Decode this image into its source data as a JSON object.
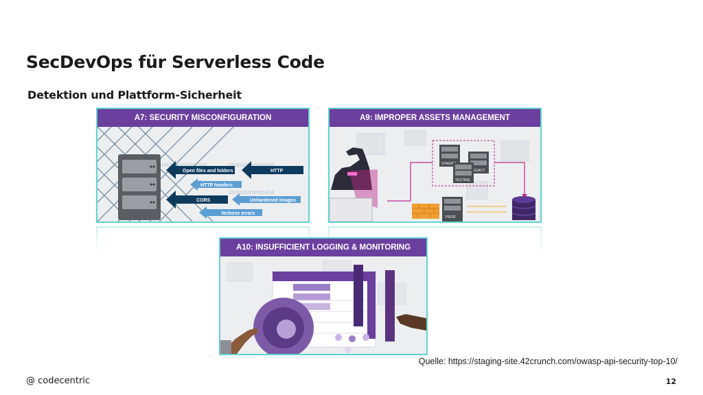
{
  "slide": {
    "title": "SecDevOps für Serverless Code",
    "subtitle": "Detektion und Plattform-Sicherheit",
    "source": "Quelle: https://staging-site.42crunch.com/owasp-api-security-top-10/",
    "logo": "@ codecentric",
    "page_number": "12"
  },
  "cards": {
    "a7": {
      "header": "A7: SECURITY MISCONFIGURATION",
      "labels": {
        "open_files": "Open files and folders",
        "http": "HTTP",
        "http_headers": "HTTP headers",
        "cors": "CORS",
        "unhardened": "Unhardened images",
        "verbose": "Verbose errors"
      },
      "binary": "1010101010101010"
    },
    "a9": {
      "header": "A9: IMPROPER ASSETS MANAGEMENT",
      "labels": {
        "staging": "STAGING",
        "legacy": "LEGACY",
        "testing": "TESTING",
        "prod": "PROD"
      }
    },
    "a10": {
      "header": "A10: INSUFFICIENT LOGGING & MONITORING"
    }
  },
  "colors": {
    "purple": "#6b3f9e",
    "teal_border": "#5fd3cf",
    "navy_arrow": "#0e3a5c",
    "blue_arrow": "#5b9ed4",
    "magenta": "#c0288a"
  }
}
